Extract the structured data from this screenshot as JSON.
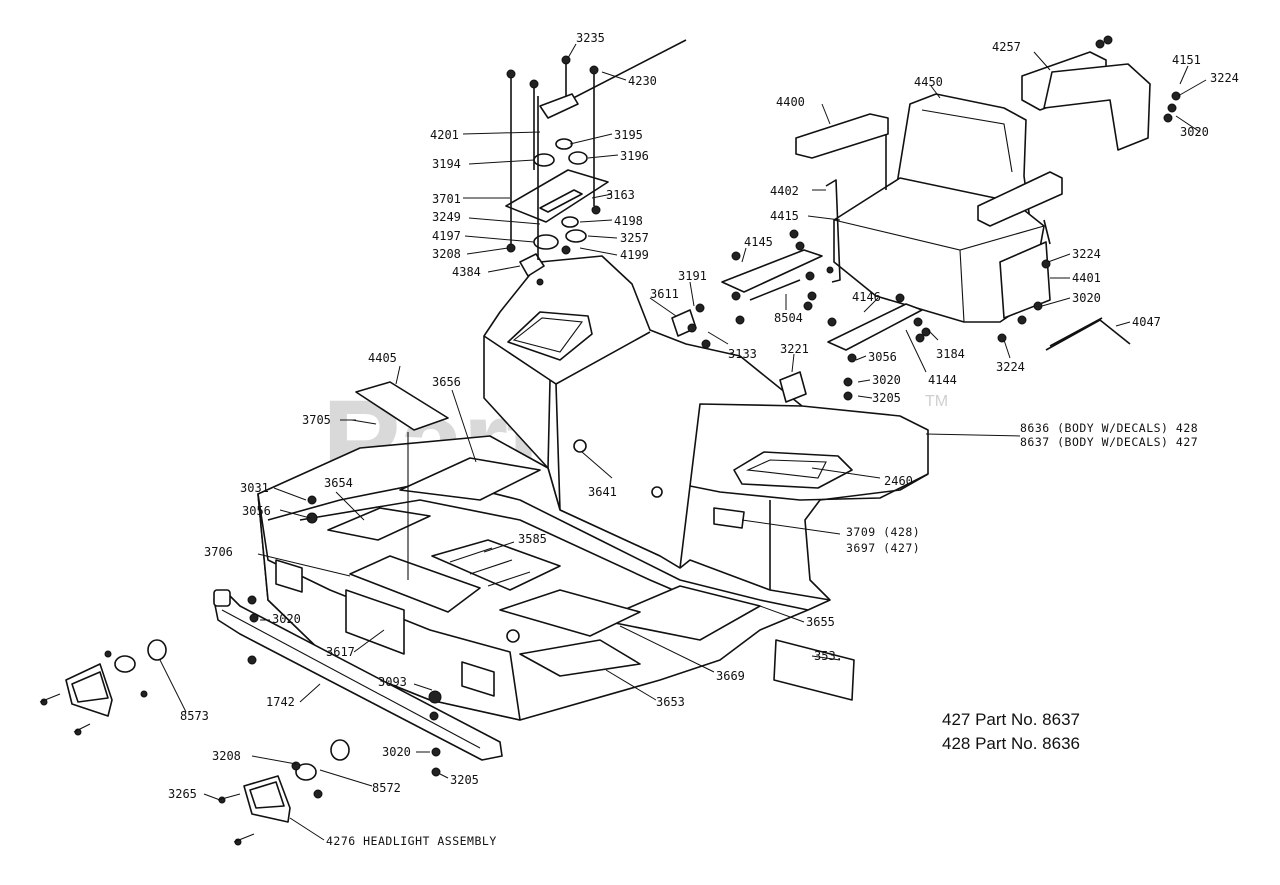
{
  "watermark": {
    "text": "PartsTree",
    "trademark": "TM"
  },
  "part_numbers": [
    {
      "text": "427 Part No. 8637"
    },
    {
      "text": "428 Part No. 8636"
    }
  ],
  "notes": {
    "body_428": "8636 (BODY W/DECALS) 428",
    "body_427": "8637 (BODY W/DECALS) 427",
    "emblem_428": "3709 (428)",
    "emblem_427": "3697 (427)",
    "headlight": "4276 HEADLIGHT ASSEMBLY"
  },
  "callouts": [
    {
      "id": "c3235",
      "text": "3235"
    },
    {
      "id": "c4230",
      "text": "4230"
    },
    {
      "id": "c4201",
      "text": "4201"
    },
    {
      "id": "c3195",
      "text": "3195"
    },
    {
      "id": "c3194",
      "text": "3194"
    },
    {
      "id": "c3196",
      "text": "3196"
    },
    {
      "id": "c3701",
      "text": "3701"
    },
    {
      "id": "c3163",
      "text": "3163"
    },
    {
      "id": "c3249",
      "text": "3249"
    },
    {
      "id": "c4198",
      "text": "4198"
    },
    {
      "id": "c4197",
      "text": "4197"
    },
    {
      "id": "c3257",
      "text": "3257"
    },
    {
      "id": "c3208a",
      "text": "3208"
    },
    {
      "id": "c4199",
      "text": "4199"
    },
    {
      "id": "c4384",
      "text": "4384"
    },
    {
      "id": "c4257",
      "text": "4257"
    },
    {
      "id": "c4151",
      "text": "4151"
    },
    {
      "id": "c3224a",
      "text": "3224"
    },
    {
      "id": "c3020a",
      "text": "3020"
    },
    {
      "id": "c4450",
      "text": "4450"
    },
    {
      "id": "c4400",
      "text": "4400"
    },
    {
      "id": "c4402",
      "text": "4402"
    },
    {
      "id": "c4415",
      "text": "4415"
    },
    {
      "id": "c4145",
      "text": "4145"
    },
    {
      "id": "c3224b",
      "text": "3224"
    },
    {
      "id": "c4401",
      "text": "4401"
    },
    {
      "id": "c3020b",
      "text": "3020"
    },
    {
      "id": "c4047",
      "text": "4047"
    },
    {
      "id": "c3191",
      "text": "3191"
    },
    {
      "id": "c3611",
      "text": "3611"
    },
    {
      "id": "c8504",
      "text": "8504"
    },
    {
      "id": "c4146",
      "text": "4146"
    },
    {
      "id": "c3133",
      "text": "3133"
    },
    {
      "id": "c3221",
      "text": "3221"
    },
    {
      "id": "c3056a",
      "text": "3056"
    },
    {
      "id": "c3184",
      "text": "3184"
    },
    {
      "id": "c3224c",
      "text": "3224"
    },
    {
      "id": "c3020c",
      "text": "3020"
    },
    {
      "id": "c4144",
      "text": "4144"
    },
    {
      "id": "c3205a",
      "text": "3205"
    },
    {
      "id": "c4405",
      "text": "4405"
    },
    {
      "id": "c3656",
      "text": "3656"
    },
    {
      "id": "c3705",
      "text": "3705"
    },
    {
      "id": "c2460",
      "text": "2460"
    },
    {
      "id": "c3641",
      "text": "3641"
    },
    {
      "id": "c3031",
      "text": "3031"
    },
    {
      "id": "c3654",
      "text": "3654"
    },
    {
      "id": "c3056b",
      "text": "3056"
    },
    {
      "id": "c3585",
      "text": "3585"
    },
    {
      "id": "c3706",
      "text": "3706"
    },
    {
      "id": "c3020d",
      "text": "3020"
    },
    {
      "id": "c3655",
      "text": "3655"
    },
    {
      "id": "c3617",
      "text": "3617"
    },
    {
      "id": "c353",
      "text": "353."
    },
    {
      "id": "c3669",
      "text": "3669"
    },
    {
      "id": "c3093",
      "text": "3093"
    },
    {
      "id": "c1742",
      "text": "1742"
    },
    {
      "id": "c8573",
      "text": "8573"
    },
    {
      "id": "c3653",
      "text": "3653"
    },
    {
      "id": "c3208b",
      "text": "3208"
    },
    {
      "id": "c3020e",
      "text": "3020"
    },
    {
      "id": "c3205b",
      "text": "3205"
    },
    {
      "id": "c8572",
      "text": "8572"
    },
    {
      "id": "c3265",
      "text": "3265"
    }
  ]
}
